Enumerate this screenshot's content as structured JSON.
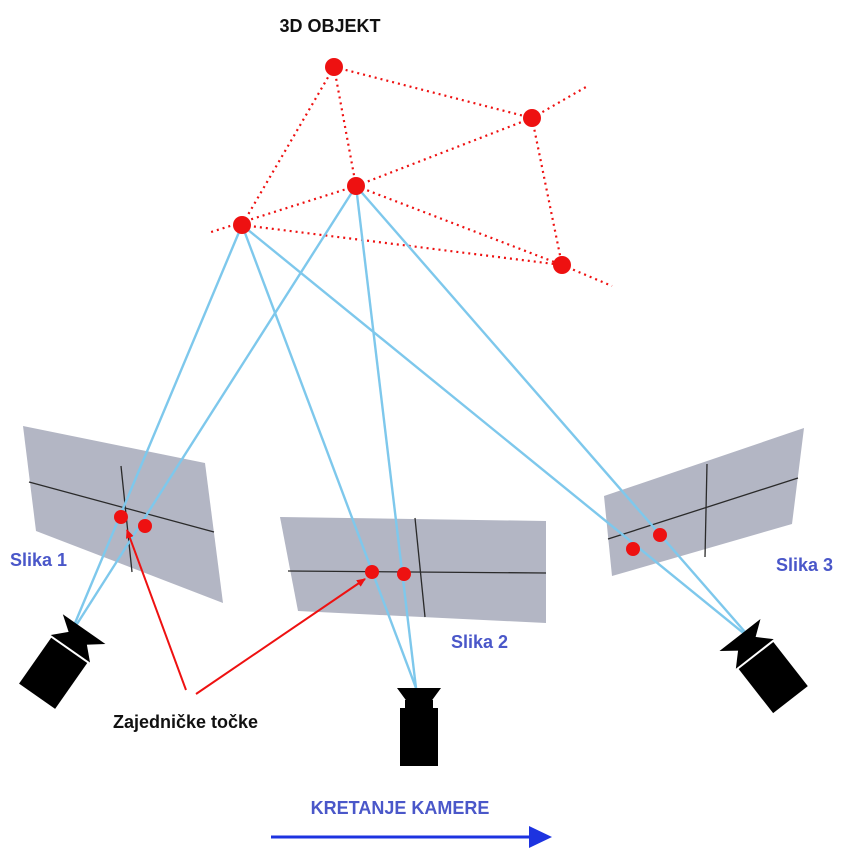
{
  "title": "3D OBJEKT",
  "images": [
    {
      "label": "Slika 1"
    },
    {
      "label": "Slika 2"
    },
    {
      "label": "Slika 3"
    }
  ],
  "annotation": "Zajedničke točke",
  "motion_label": "KRETANJE KAMERE",
  "colors": {
    "point": "#ee1111",
    "object_edge": "#ee1111",
    "ray": "#7ec8ec",
    "image_plane": "#b3b6c4",
    "image_label": "#4a57c9",
    "motion": "#1d33e0",
    "camera": "#000000"
  }
}
